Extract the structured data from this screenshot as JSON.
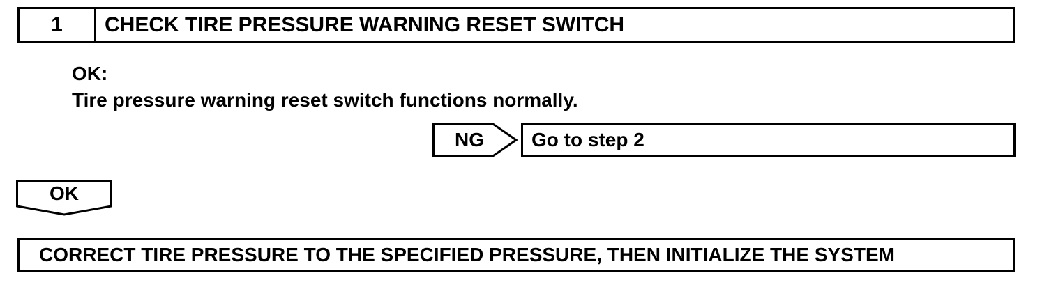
{
  "step": {
    "number": "1",
    "title": "CHECK TIRE PRESSURE WARNING RESET SWITCH"
  },
  "ok_criteria": {
    "label": "OK:",
    "description": "Tire pressure warning reset switch functions normally."
  },
  "ng_branch": {
    "label": "NG",
    "destination": "Go to step 2"
  },
  "ok_branch": {
    "label": "OK"
  },
  "result": {
    "text": "CORRECT TIRE PRESSURE TO THE SPECIFIED PRESSURE, THEN INITIALIZE THE SYSTEM"
  }
}
